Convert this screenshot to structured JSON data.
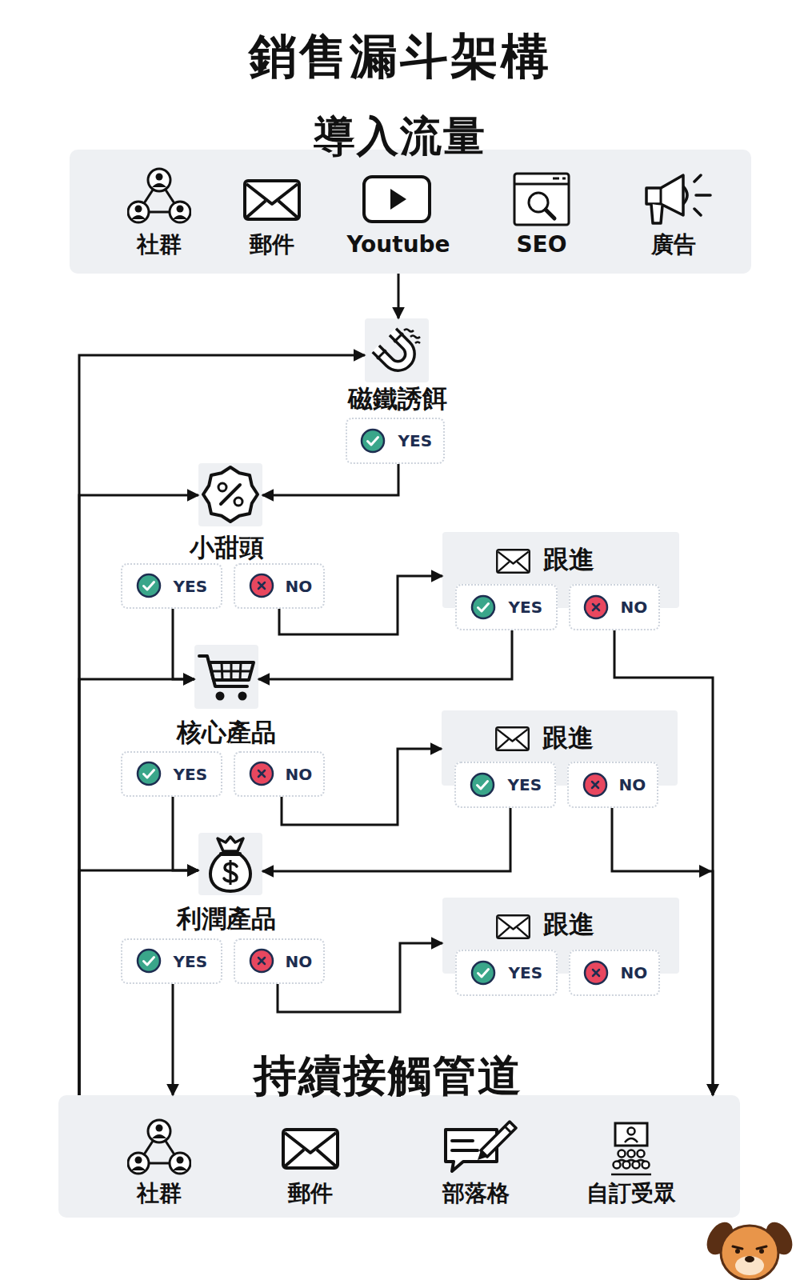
{
  "diagram": {
    "title": "銷售漏斗架構",
    "nodes": [
      {
        "text": [
          "導入流量"
        ]
      },
      {
        "text": [
          "磁鐵誘餌"
        ]
      },
      {
        "text": [
          "YES"
        ]
      },
      {
        "text": [
          "小甜頭"
        ]
      },
      {
        "text": [
          "YES"
        ]
      },
      {
        "text": [
          "NO"
        ]
      },
      {
        "text": [
          "跟進"
        ]
      },
      {
        "text": [
          "YES"
        ],
        "in": 6
      },
      {
        "text": [
          "NO"
        ],
        "in": 6
      },
      {
        "text": [
          "核心產品"
        ]
      },
      {
        "text": [
          "YES"
        ]
      },
      {
        "text": [
          "NO"
        ]
      },
      {
        "text": [
          "跟進"
        ]
      },
      {
        "text": [
          "YES"
        ],
        "in": 12
      },
      {
        "text": [
          "NO"
        ],
        "in": 12
      },
      {
        "text": [
          "利潤產品"
        ]
      },
      {
        "text": [
          "YES"
        ]
      },
      {
        "text": [
          "NO"
        ]
      },
      {
        "text": [
          "跟進"
        ]
      },
      {
        "text": [
          "YES"
        ],
        "in": 18
      },
      {
        "text": [
          "NO"
        ],
        "in": 18
      },
      {
        "text": [
          "持續接觸管道"
        ]
      }
    ],
    "edges": [
      {
        "from": 0,
        "to": 1,
        "arrow": "to"
      },
      {
        "from": 2,
        "to": 3,
        "arrow": "to"
      },
      {
        "from": 4,
        "to": 9,
        "arrow": "to"
      },
      {
        "from": 5,
        "to": 6,
        "arrow": "to"
      },
      {
        "from": 7,
        "to": 9,
        "arrow": "to"
      },
      {
        "from": 8,
        "to": 21,
        "arrow": "to"
      },
      {
        "from": 10,
        "to": 15,
        "arrow": "to"
      },
      {
        "from": 11,
        "to": 12,
        "arrow": "to"
      },
      {
        "from": 13,
        "to": 15,
        "arrow": "to"
      },
      {
        "from": 14,
        "to": 21,
        "arrow": "to"
      },
      {
        "from": 16,
        "to": 21,
        "arrow": "to"
      },
      {
        "from": 17,
        "to": 18,
        "arrow": "to"
      },
      {
        "from": 21,
        "to": 1,
        "arrow": "to"
      },
      {
        "from": 21,
        "to": 3,
        "arrow": "to"
      },
      {
        "from": 21,
        "to": 9,
        "arrow": "to"
      },
      {
        "from": 21,
        "to": 15,
        "arrow": "to"
      }
    ],
    "labels": [
      "社群",
      "郵件",
      "Youtube",
      "SEO",
      "廣告",
      "社群",
      "郵件",
      "部落格",
      "自訂受眾"
    ]
  }
}
